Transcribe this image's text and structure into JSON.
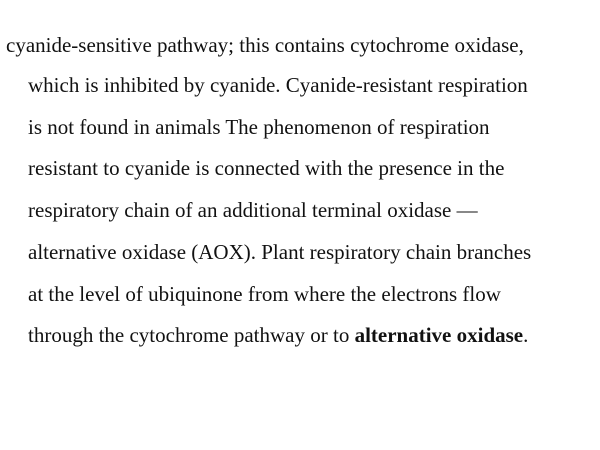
{
  "paragraph": {
    "lines": [
      "cyanide-sensitive pathway; this contains cytochrome oxidase,",
      "which is inhibited by cyanide. Cyanide-resistant respiration",
      "is not found in animals The phenomenon of respiration",
      "resistant to cyanide is connected with the presence in the",
      "respiratory chain of an additional terminal oxidase —",
      "alternative oxidase (AOX). Plant respiratory chain branches",
      "at the level of ubiquinone from where the electrons flow"
    ],
    "last_line_before": "through the cytochrome pathway or to ",
    "last_line_bold": "alternative oxidase",
    "last_line_after": "."
  }
}
